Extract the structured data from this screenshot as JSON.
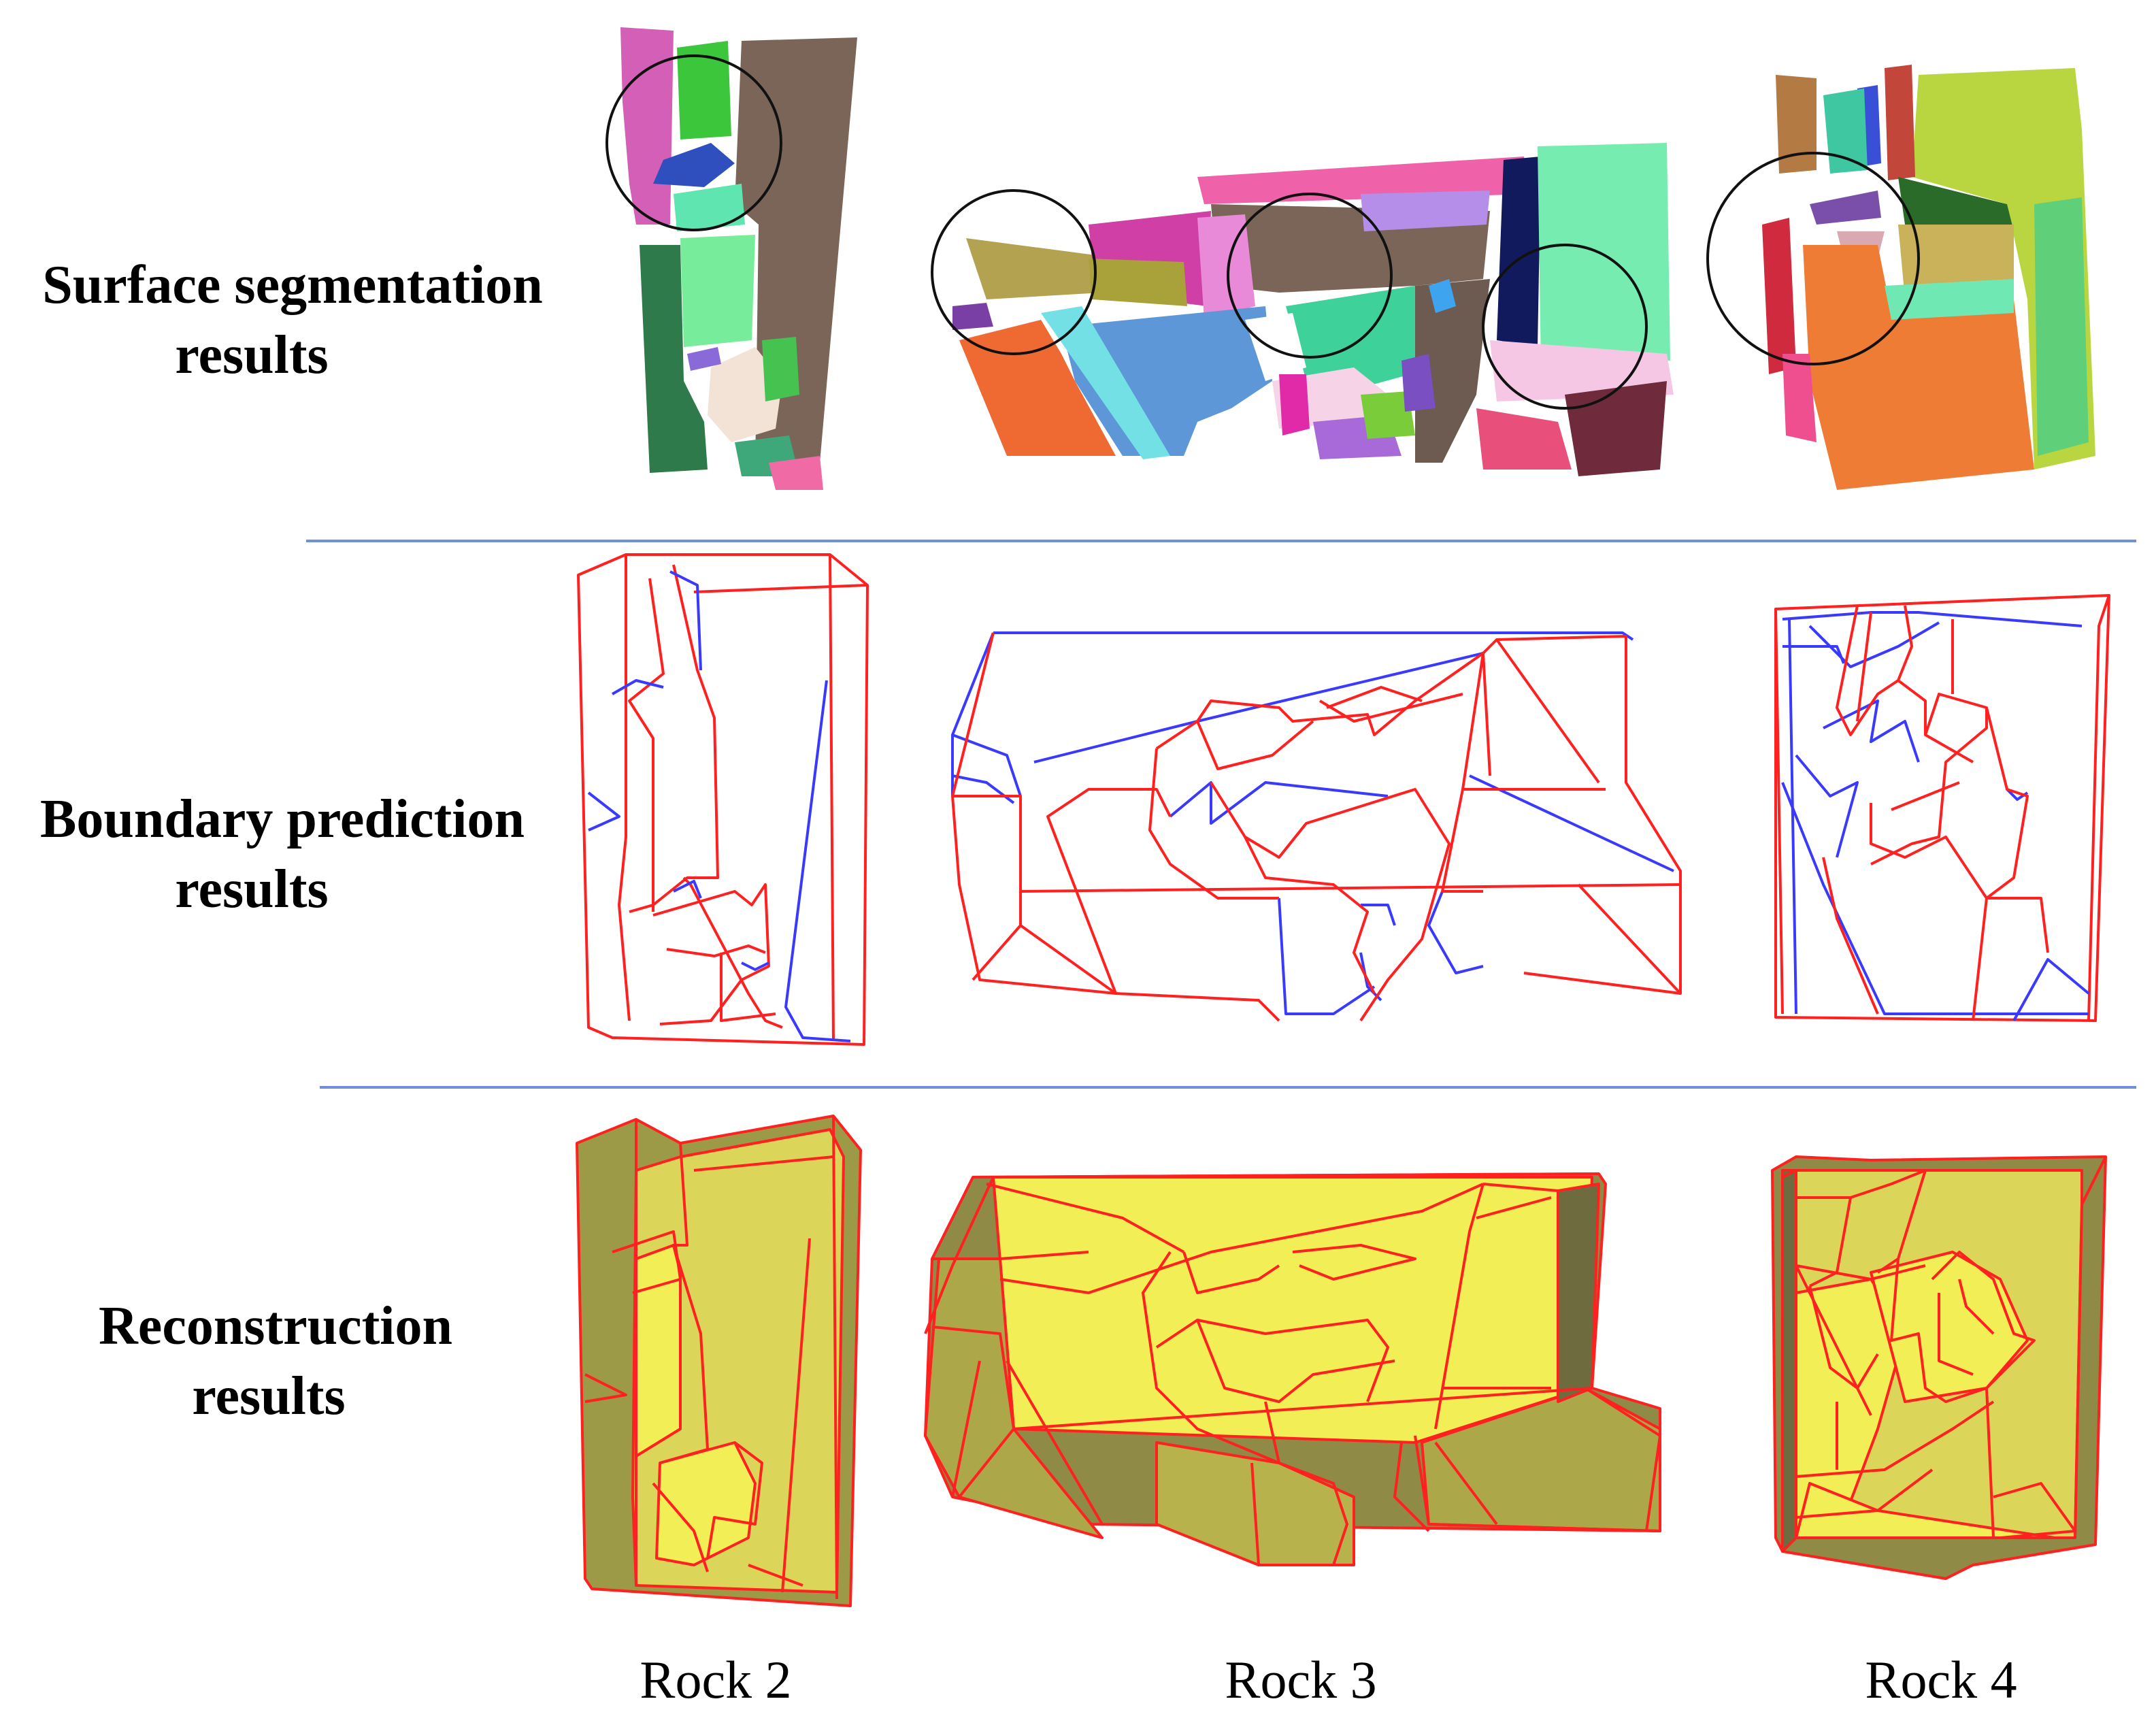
{
  "rows": [
    {
      "id": "segmentation",
      "label_line1": "Surface segmentation",
      "label_line2": "results"
    },
    {
      "id": "boundary",
      "label_line1": "Boundary prediction",
      "label_line2": "results"
    },
    {
      "id": "reconstruction",
      "label_line1": "Reconstruction",
      "label_line2": "results"
    }
  ],
  "columns": [
    {
      "id": "rock2",
      "label": "Rock 2"
    },
    {
      "id": "rock3",
      "label": "Rock 3"
    },
    {
      "id": "rock4",
      "label": "Rock 4"
    }
  ],
  "colors": {
    "boundary_edge": "#ff2020",
    "predicted_edge": "#3a3aff",
    "divider": "#6f8fdb",
    "model_fill_light": "#f1ef55",
    "model_fill_dark": "#8a8640",
    "highlight_circle": "#111111"
  }
}
